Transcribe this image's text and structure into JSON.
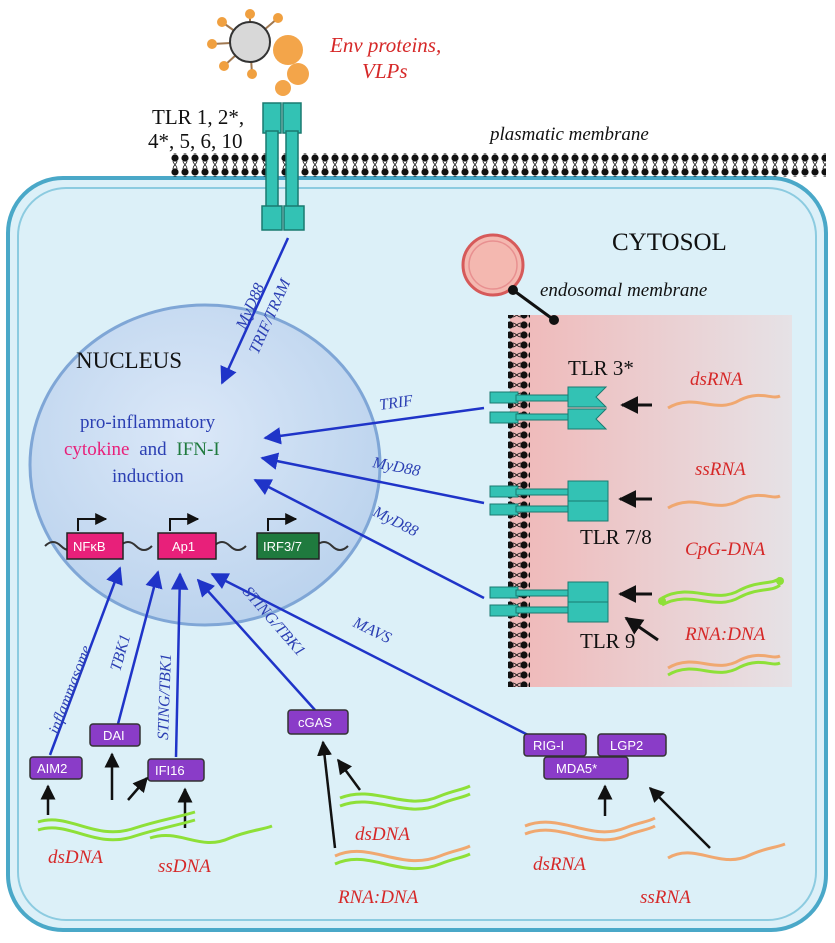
{
  "membrane": {
    "plasma_label": "plasmatic membrane",
    "endosomal_label": "endosomal membrane",
    "cytosol_label": "CYTOSOL",
    "nucleus_label": "NUCLEUS"
  },
  "virus": {
    "label_line1": "Env proteins,",
    "label_line2": "VLPs"
  },
  "surface_tlr": {
    "label_line1": "TLR 1, 2*,",
    "label_line2": "4*, 5, 6, 10",
    "adaptor1": "MyD88",
    "adaptor2": "TRIF/TRAM"
  },
  "nucleus": {
    "line1": "pro-inflammatory",
    "line2_a": "cytokine",
    "line2_b": "and",
    "line2_c": "IFN-I",
    "line3": "induction",
    "genes": [
      "NFκB",
      "Ap1",
      "IRF3/7"
    ]
  },
  "endosomal_tlrs": [
    {
      "label": "TLR 3*",
      "adaptor": "TRIF",
      "ligand": "dsRNA"
    },
    {
      "label": "TLR 7/8",
      "adaptor": "MyD88",
      "ligand": "ssRNA"
    },
    {
      "label": "TLR 9",
      "adaptor": "MyD88",
      "ligand": "CpG-DNA",
      "ligand2": "RNA:DNA"
    }
  ],
  "cytosolic_sensors": {
    "aim2": "AIM2",
    "dai": "DAI",
    "ifi16": "IFI16",
    "cgas": "cGAS",
    "rigi": "RIG-I",
    "lgp2": "LGP2",
    "mda5": "MDA5*"
  },
  "pathways": {
    "inflammasome": "inflammasome",
    "tbk1": "TBK1",
    "sting_tbk1_a": "STING/TBK1",
    "sting_tbk1_b": "STING/TBK1",
    "mavs": "MAVS"
  },
  "ligands_bottom": {
    "dsdna_left": "dsDNA",
    "ssdna": "ssDNA",
    "dsdna_mid": "dsDNA",
    "rnadna": "RNA:DNA",
    "dsrna": "dsRNA",
    "ssrna": "ssRNA"
  },
  "colors": {
    "cytosol_fill": "#dcf0f8",
    "cytosol_border": "#4aa8c8",
    "nucleus_fill": "#c7dcf0",
    "endosome_fill": "#f3cccc",
    "tlr": "#33c2b4",
    "sensor_box": "#8a3cc8",
    "gene_box_pink": "#e8207a",
    "gene_box_green": "#1f7a3e",
    "arrow_blue": "#1f34c8",
    "rna_orange": "#f0a870",
    "dna_green": "#8ee038"
  }
}
